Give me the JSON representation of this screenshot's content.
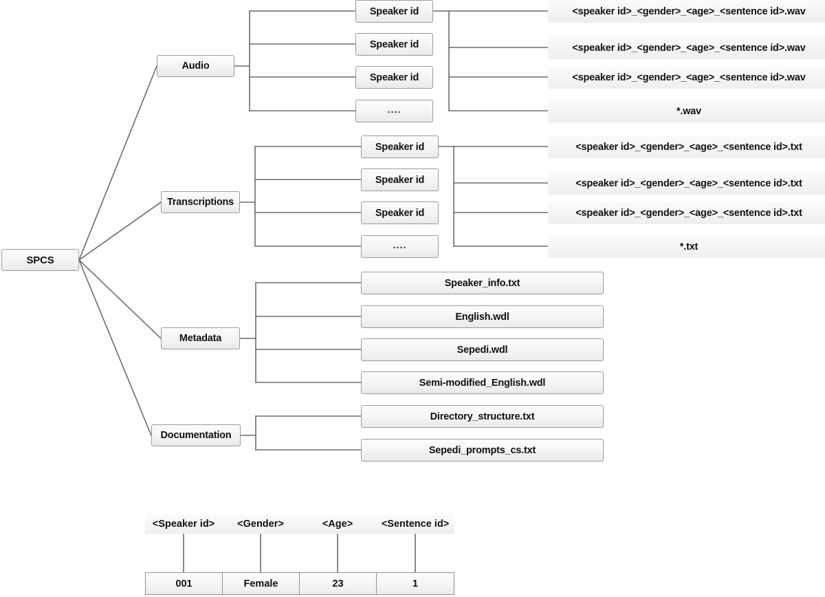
{
  "diagram": {
    "root": {
      "label": "SPCS"
    },
    "branches": [
      {
        "label": "Audio",
        "children": [
          {
            "label": "Speaker id"
          },
          {
            "label": "Speaker id"
          },
          {
            "label": "Speaker id"
          },
          {
            "label": "...."
          }
        ],
        "files": [
          {
            "label": "<speaker id>_<gender>_<age>_<sentence id>.wav"
          },
          {
            "label": "<speaker id>_<gender>_<age>_<sentence id>.wav"
          },
          {
            "label": "<speaker id>_<gender>_<age>_<sentence id>.wav"
          },
          {
            "label": "*.wav"
          }
        ]
      },
      {
        "label": "Transcriptions",
        "children": [
          {
            "label": "Speaker id"
          },
          {
            "label": "Speaker id"
          },
          {
            "label": "Speaker id"
          },
          {
            "label": "...."
          }
        ],
        "files": [
          {
            "label": "<speaker id>_<gender>_<age>_<sentence id>.txt"
          },
          {
            "label": "<speaker id>_<gender>_<age>_<sentence id>.txt"
          },
          {
            "label": "<speaker id>_<gender>_<age>_<sentence id>.txt"
          },
          {
            "label": "*.txt"
          }
        ]
      },
      {
        "label": "Metadata",
        "children": [
          {
            "label": "Speaker_info.txt"
          },
          {
            "label": "English.wdl"
          },
          {
            "label": "Sepedi.wdl"
          },
          {
            "label": "Semi-modified_English.wdl"
          }
        ],
        "files": []
      },
      {
        "label": "Documentation",
        "children": [
          {
            "label": "Directory_structure.txt"
          },
          {
            "label": "Sepedi_prompts_cs.txt"
          }
        ],
        "files": []
      }
    ]
  },
  "filename_legend": {
    "headers": [
      "<Speaker id>",
      "<Gender>",
      "<Age>",
      "<Sentence id>"
    ],
    "values": [
      "001",
      "Female",
      "23",
      "1"
    ]
  },
  "colors": {
    "box_border": "#9a9a9a",
    "box_fill_top": "#fcfcfc",
    "box_fill_bottom": "#eaeaea",
    "line": "#6b6b6b",
    "text": "#111111",
    "background": "#ffffff"
  }
}
